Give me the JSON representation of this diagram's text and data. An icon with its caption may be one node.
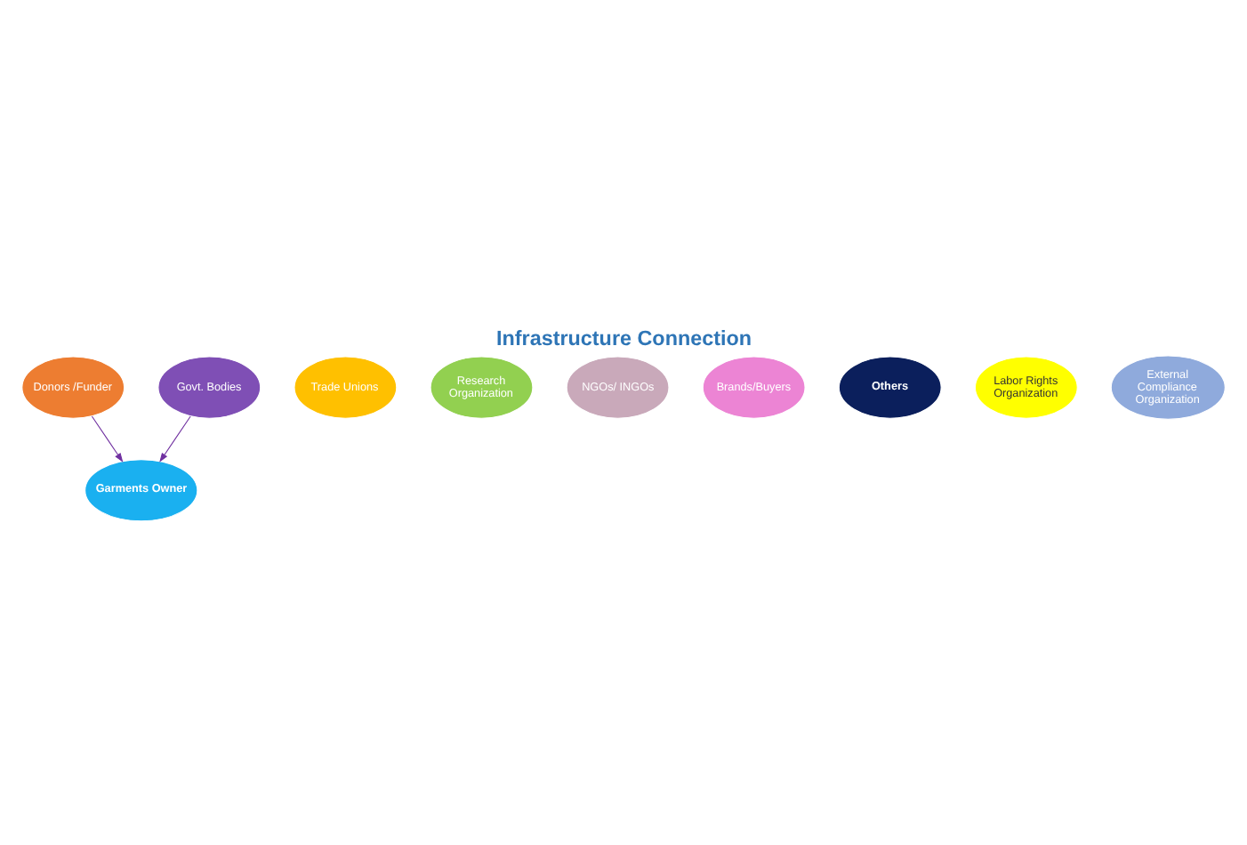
{
  "diagram": {
    "title": "Infrastructure Connection",
    "nodes": [
      {
        "text": [
          "Donors /Funder"
        ]
      },
      {
        "text": [
          "Trade Unions"
        ]
      },
      {
        "text": [
          "Research Organization"
        ]
      },
      {
        "text": [
          "NGOs/ INGOs"
        ]
      },
      {
        "text": [
          "Govt. Bodies"
        ]
      },
      {
        "text": [
          "Brands/Buyers"
        ]
      },
      {
        "text": [
          "Garments Owner"
        ]
      },
      {
        "text": [
          "Others"
        ]
      },
      {
        "text": [
          "Labor Rights Organization"
        ]
      },
      {
        "text": [
          "External Compliance Organization"
        ]
      }
    ],
    "edges": [
      {
        "from": 0,
        "to": 6,
        "arrow": "to"
      },
      {
        "from": 4,
        "to": 6,
        "arrow": "to"
      }
    ]
  }
}
